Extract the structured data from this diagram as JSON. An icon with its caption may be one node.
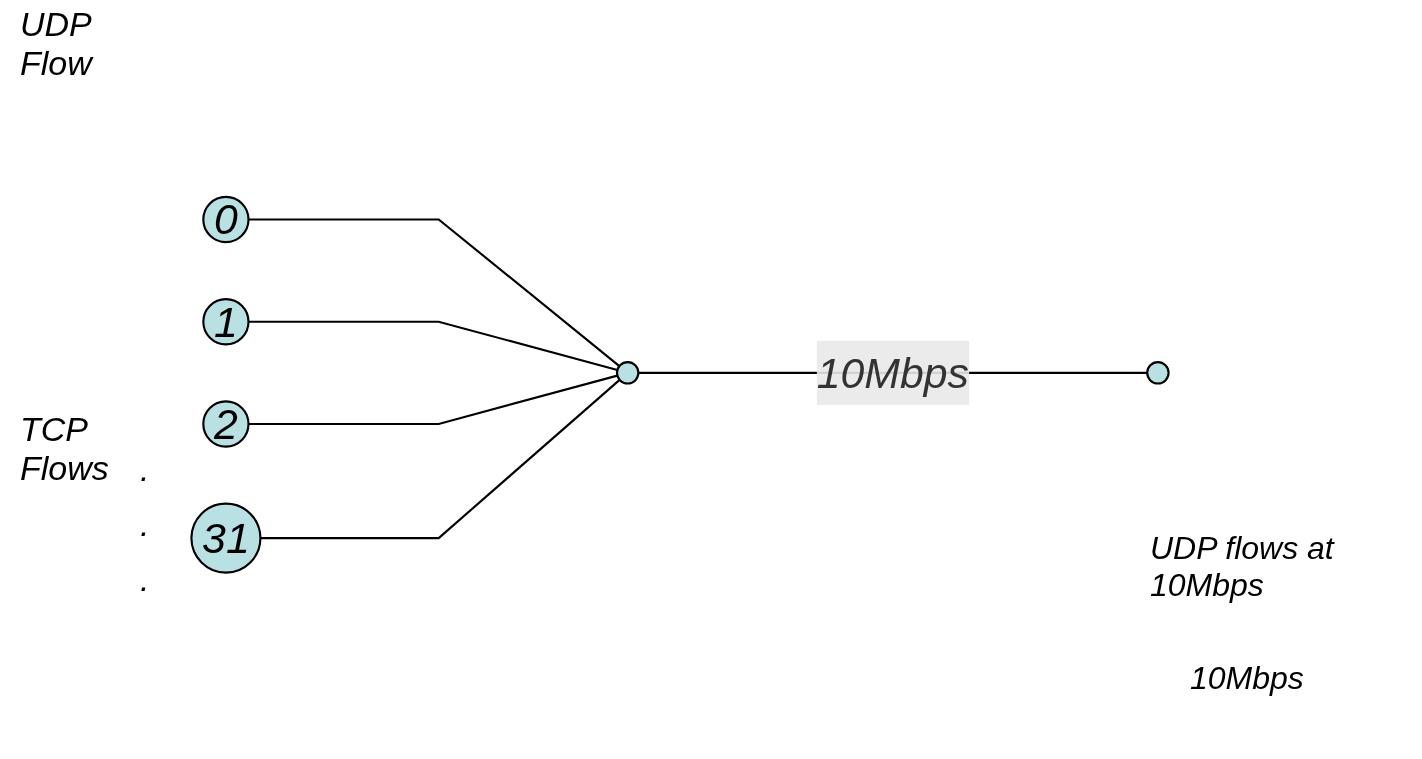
{
  "diagram": {
    "nodes": [
      {
        "text": [
          "0"
        ]
      },
      {
        "text": [
          "1"
        ]
      },
      {
        "text": [
          "2"
        ]
      },
      {
        "text": [
          "31"
        ]
      },
      {
        "text": [],
        "shape": "circle"
      },
      {
        "text": [],
        "shape": "circle"
      }
    ],
    "edges": [
      {
        "from": 0,
        "to": 4,
        "arrow": "none"
      },
      {
        "from": 1,
        "to": 4,
        "arrow": "none"
      },
      {
        "from": 2,
        "to": 4,
        "arrow": "none"
      },
      {
        "from": 3,
        "to": 4,
        "arrow": "none"
      },
      {
        "from": 4,
        "to": 5,
        "label": "10Mbps",
        "arrow": "none"
      }
    ],
    "labels": [
      "UDP Flow",
      "TCP Flows",
      ".",
      ".",
      ".",
      "10Mbps",
      "UDP flows at 10Mbps"
    ]
  }
}
